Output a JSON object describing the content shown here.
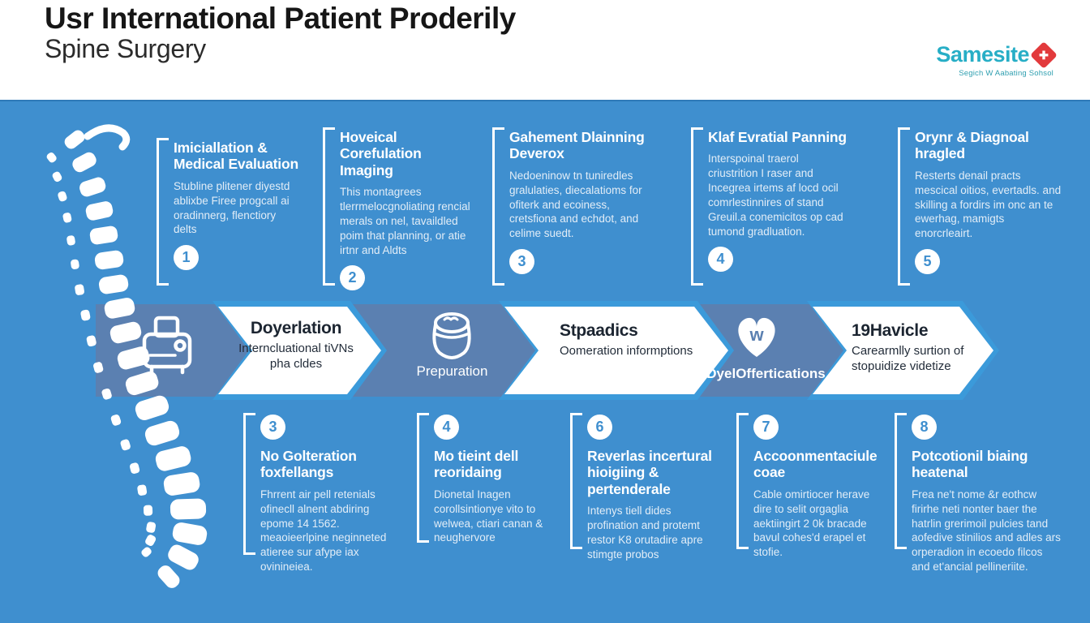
{
  "header": {
    "title": "Usr International Patient Proderily",
    "subtitle": "Spine Surgery",
    "logo": {
      "name": "Samesite",
      "mark_glyph": "✚",
      "tagline": "Segich W Aabating Sohsol"
    }
  },
  "colors": {
    "background_blue": "#3f8fcf",
    "band_slate": "#5b80b1",
    "arrow_edge_blue": "#3b9ada",
    "logo_teal": "#27aec6",
    "logo_red": "#e23a3c",
    "arrow_text_dark": "#1c2531"
  },
  "top_steps": [
    {
      "number": "1",
      "title": "Imiciallation & Medical Evaluation",
      "body": "Stubline plitener diyestd ablixbe Firee progcall ai oradinnerg, flenctiory delts"
    },
    {
      "number": "2",
      "title": "Hoveical Corefulation Imaging",
      "body": "This montagrees tlerrmelocgnoliating rencial merals on nel, tavaildled poim that planning, or atie irtnr and Aldts"
    },
    {
      "number": "3",
      "title": "Gahement Dlainning Deverox",
      "body": "Nedoeninow tn tuniredles gralulaties, diecalatioms for ofiterk and ecoiness, cretsfiona and echdot, and celime suedt."
    },
    {
      "number": "4",
      "title": "Klaf Evratial Panning",
      "body": "Interspoinal traerol criustrition I raser and Incegrea irtems af locd ocil comrlestinnires of stand Greuil.a conemicitos op cad tumond gradluation."
    },
    {
      "number": "5",
      "title": "Orynr & Diagnoal hragled",
      "body": "Resterts denail practs mescical oitios, evertadls. and skilling a fordirs im onc an te ewerhag, mamigts enorcrleairt."
    }
  ],
  "flow": {
    "arrow1": {
      "title": "Doyerlation",
      "subtitle": "Interncluational tiVNs pha cldes"
    },
    "arrow2": {
      "title": "Stpaadics",
      "subtitle": "Oomeration informptions"
    },
    "arrow3": {
      "title": "19Havicle",
      "subtitle": "Carearmlly surtion of stopuidize videtize"
    },
    "station2_label": "Prepuration",
    "station3_label": "DyelOffertications",
    "heart_letter": "w"
  },
  "bottom_steps": [
    {
      "number": "3",
      "title": "No Golteration foxfellangs",
      "body": "Fhrrent air pell retenials ofinecll alnent abdiring epome 14 1562. meaoieerlpine neginneted atieree sur afype iax ovinineiea."
    },
    {
      "number": "4",
      "title": "Mo tieint dell reoridaing",
      "body": "Dionetal Inagen corollsintionye vito to welwea, ctiari canan & neughervore"
    },
    {
      "number": "6",
      "title": "Reverlas incertural hioigiing & pertenderale",
      "body": "Intenys tiell dides profination and protemt restor K8 orutadire apre stimgte probos"
    },
    {
      "number": "7",
      "title": "Accoonmentaciule coae",
      "body": "Cable omirtiocer herave dire to selit orgaglia aektiingirt 2 0k bracade bavul cohes'd erapel et stofie."
    },
    {
      "number": "8",
      "title": "Potcotionil biaing heatenal",
      "body": "Frea ne't nome &r eothcw firirhe neti nonter baer the hatrlin grerimoil pulcies tand aofedive stinilios and adles ars orperadion in ecoedo filcos and et'ancial pellineriite."
    }
  ]
}
